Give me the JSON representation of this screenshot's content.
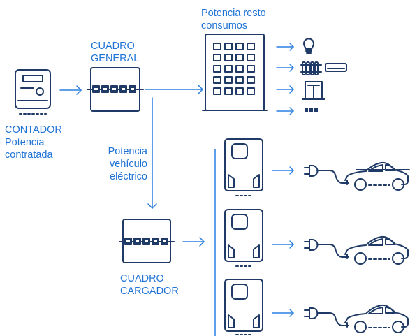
{
  "labels": {
    "contador": [
      "CONTADOR",
      "Potencia",
      "contratada"
    ],
    "cuadro_general": [
      "CUADRO",
      "GENERAL"
    ],
    "potencia_resto": [
      "Potencia resto",
      "consumos"
    ],
    "potencia_vehiculo": [
      "Potencia",
      "vehículo",
      "eléctrico"
    ],
    "cuadro_cargador": [
      "CUADRO",
      "CARGADOR"
    ]
  },
  "colors": {
    "accent": "#2a7fe0",
    "label": "#1f73d6",
    "icon": "#1f3a66"
  },
  "icons": [
    "electric-meter-icon",
    "distribution-board-icon",
    "building-icon",
    "light-bulb-icon",
    "radiator-icon",
    "air-conditioner-icon",
    "elevator-icon",
    "other-consumers-icon",
    "ev-charger-icon",
    "plug-icon",
    "car-icon"
  ]
}
